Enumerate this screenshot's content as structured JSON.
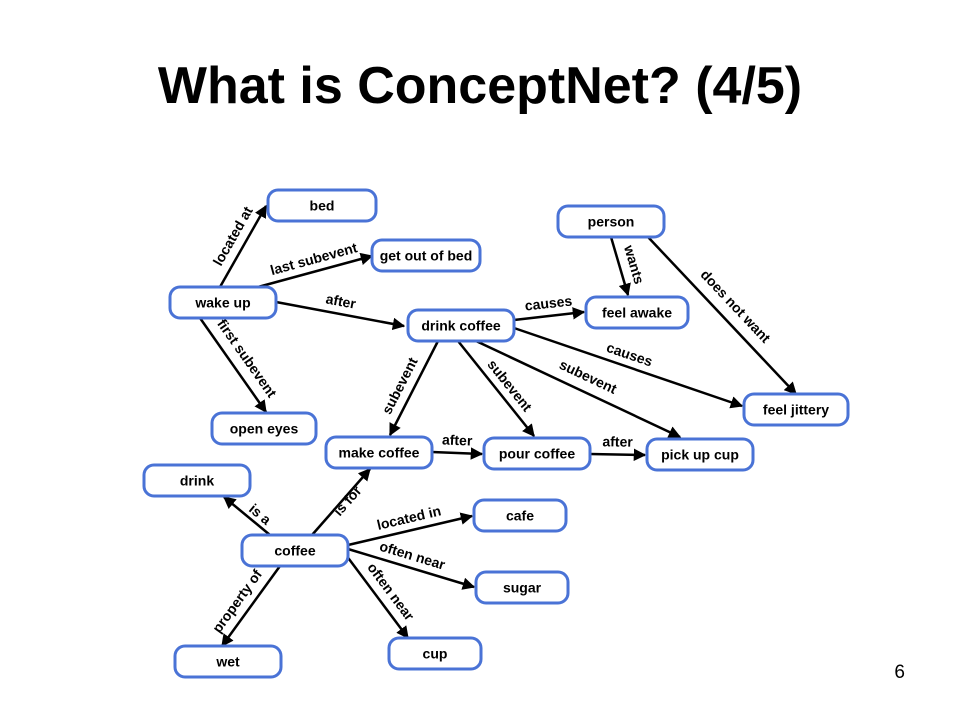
{
  "slide": {
    "title": "What is ConceptNet? (4/5)",
    "page_number": "6"
  },
  "colors": {
    "node_border": "#4a73d6",
    "edge": "#000000",
    "text": "#000000"
  },
  "nodes": [
    {
      "id": "bed",
      "label": "bed"
    },
    {
      "id": "get_out_of_bed",
      "label": "get out of bed"
    },
    {
      "id": "wake_up",
      "label": "wake up"
    },
    {
      "id": "person",
      "label": "person"
    },
    {
      "id": "feel_awake",
      "label": "feel awake"
    },
    {
      "id": "drink_coffee",
      "label": "drink coffee"
    },
    {
      "id": "feel_jittery",
      "label": "feel jittery"
    },
    {
      "id": "open_eyes",
      "label": "open eyes"
    },
    {
      "id": "make_coffee",
      "label": "make coffee"
    },
    {
      "id": "pour_coffee",
      "label": "pour coffee"
    },
    {
      "id": "pick_up_cup",
      "label": "pick up cup"
    },
    {
      "id": "drink",
      "label": "drink"
    },
    {
      "id": "coffee",
      "label": "coffee"
    },
    {
      "id": "cafe",
      "label": "cafe"
    },
    {
      "id": "sugar",
      "label": "sugar"
    },
    {
      "id": "cup",
      "label": "cup"
    },
    {
      "id": "wet",
      "label": "wet"
    }
  ],
  "edges": [
    {
      "from": "wake_up",
      "to": "bed",
      "label": "located at"
    },
    {
      "from": "wake_up",
      "to": "get_out_of_bed",
      "label": "last subevent"
    },
    {
      "from": "wake_up",
      "to": "drink_coffee",
      "label": "after"
    },
    {
      "from": "wake_up",
      "to": "open_eyes",
      "label": "first subevent"
    },
    {
      "from": "person",
      "to": "feel_awake",
      "label": "wants"
    },
    {
      "from": "person",
      "to": "feel_jittery",
      "label": "does not want"
    },
    {
      "from": "drink_coffee",
      "to": "feel_awake",
      "label": "causes"
    },
    {
      "from": "drink_coffee",
      "to": "feel_jittery",
      "label": "causes"
    },
    {
      "from": "drink_coffee",
      "to": "make_coffee",
      "label": "subevent"
    },
    {
      "from": "drink_coffee",
      "to": "pour_coffee",
      "label": "subevent"
    },
    {
      "from": "drink_coffee",
      "to": "pick_up_cup",
      "label": "subevent"
    },
    {
      "from": "make_coffee",
      "to": "pour_coffee",
      "label": "after"
    },
    {
      "from": "pour_coffee",
      "to": "pick_up_cup",
      "label": "after"
    },
    {
      "from": "coffee",
      "to": "drink",
      "label": "is a"
    },
    {
      "from": "coffee",
      "to": "make_coffee",
      "label": "is for"
    },
    {
      "from": "coffee",
      "to": "cafe",
      "label": "located in"
    },
    {
      "from": "coffee",
      "to": "sugar",
      "label": "often near"
    },
    {
      "from": "coffee",
      "to": "cup",
      "label": "often near"
    },
    {
      "from": "coffee",
      "to": "wet",
      "label": "property of"
    }
  ]
}
